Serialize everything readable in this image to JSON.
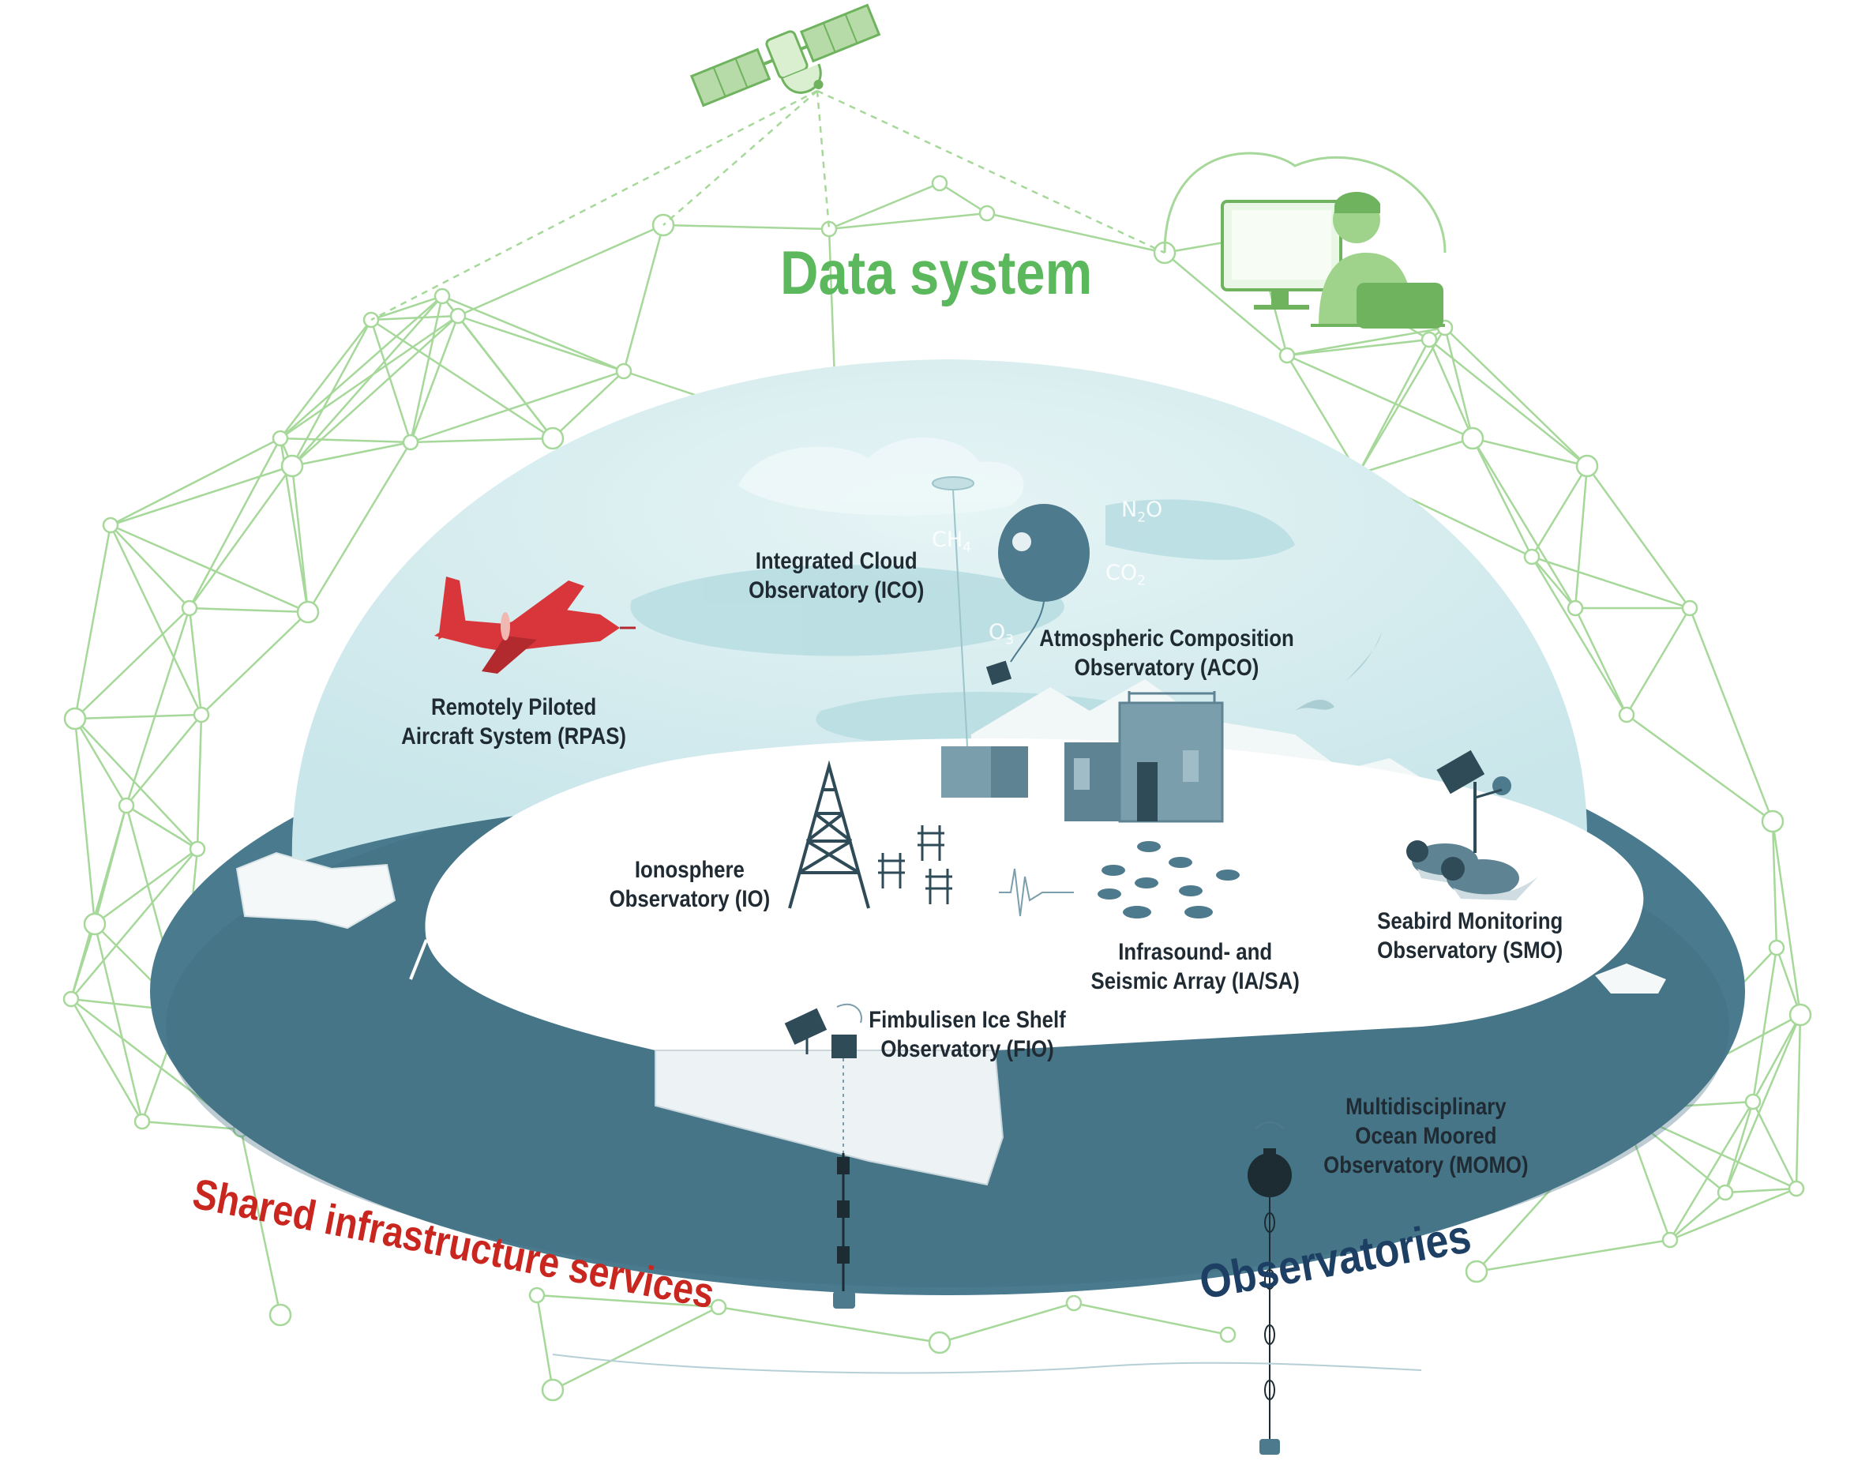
{
  "headings": {
    "data_system": "Data system",
    "shared_infrastructure": "Shared infrastructure services",
    "observatories": "Observatories"
  },
  "labels": {
    "ico": [
      "Integrated Cloud",
      "Observatory (ICO)"
    ],
    "aco": [
      "Atmospheric Composition",
      "Observatory (ACO)"
    ],
    "rpas": [
      "Remotely Piloted",
      "Aircraft System (RPAS)"
    ],
    "io": [
      "Ionosphere",
      "Observatory (IO)"
    ],
    "smo": [
      "Seabird Monitoring",
      "Observatory (SMO)"
    ],
    "iasa": [
      "Infrasound- and",
      "Seismic Array (IA/SA)"
    ],
    "fio": [
      "Fimbulisen Ice Shelf",
      "Observatory (FIO)"
    ],
    "momo": [
      "Multidisciplinary",
      "Ocean Moored",
      "Observatory  (MOMO)"
    ]
  },
  "gases": {
    "ch4": {
      "base": "CH",
      "sub": "4"
    },
    "n2o": {
      "base": "N",
      "sub": "2",
      "tail": "O"
    },
    "co2": {
      "base": "CO",
      "sub": "2"
    },
    "o3": {
      "base": "O",
      "sub": "3"
    }
  },
  "colors": {
    "network_green": "#8cc97e",
    "data_system_green": "#5cb85c",
    "shared_red": "#c8261f",
    "observatories_navy": "#1d3f63",
    "ocean_teal": "#497a8d",
    "dome": "#d4ecef",
    "plane_red": "#d8363a"
  },
  "icons": [
    "satellite-icon",
    "computer-user-icon",
    "aircraft-icon",
    "balloon-icon",
    "radio-tower-icon",
    "seabird-icon",
    "solar-panel-icon",
    "mooring-buoy-icon"
  ]
}
